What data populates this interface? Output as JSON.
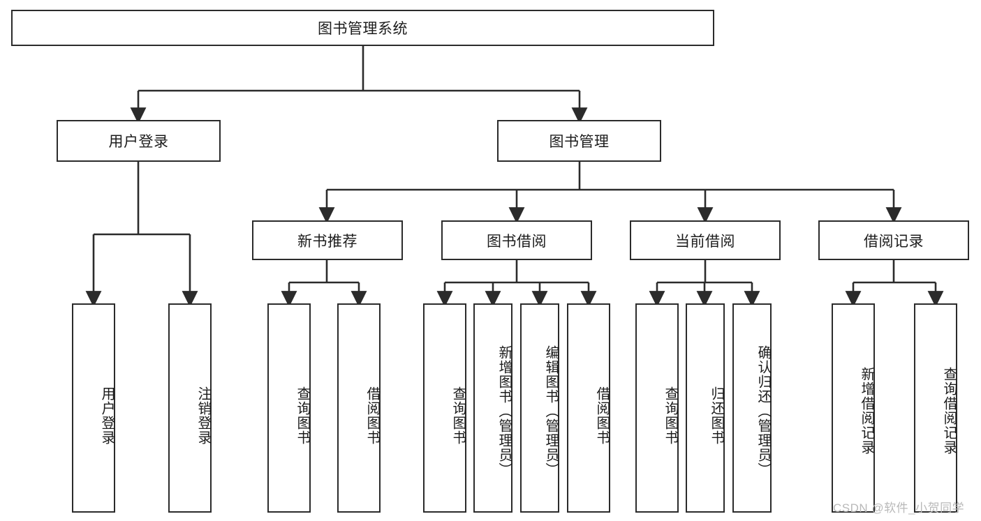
{
  "diagram": {
    "type": "tree-hierarchy",
    "title": "图书管理系统",
    "root": {
      "id": "root",
      "label": "图书管理系统",
      "orientation": "horizontal"
    },
    "level2": [
      {
        "id": "user-login",
        "label": "用户登录",
        "orientation": "horizontal"
      },
      {
        "id": "book-manage",
        "label": "图书管理",
        "orientation": "horizontal"
      }
    ],
    "level3": [
      {
        "id": "new-book-rec",
        "label": "新书推荐",
        "orientation": "horizontal",
        "parent": "book-manage"
      },
      {
        "id": "book-borrow",
        "label": "图书借阅",
        "orientation": "horizontal",
        "parent": "book-manage"
      },
      {
        "id": "current-borrow",
        "label": "当前借阅",
        "orientation": "horizontal",
        "parent": "book-manage"
      },
      {
        "id": "borrow-record",
        "label": "借阅记录",
        "orientation": "horizontal",
        "parent": "book-manage"
      }
    ],
    "leaves": {
      "user_login": [
        {
          "id": "leaf-user-login",
          "label": "用户登录",
          "orientation": "vertical"
        },
        {
          "id": "leaf-logout-login",
          "label": "注销登录",
          "orientation": "vertical"
        }
      ],
      "new_book_rec": [
        {
          "id": "leaf-query-book-1",
          "label": "查询图书",
          "orientation": "vertical"
        },
        {
          "id": "leaf-borrow-book-1",
          "label": "借阅图书",
          "orientation": "vertical"
        }
      ],
      "book_borrow": [
        {
          "id": "leaf-query-book-2",
          "label": "查询图书",
          "orientation": "vertical"
        },
        {
          "id": "leaf-add-book",
          "label": "新增图书（管理员）",
          "orientation": "vertical"
        },
        {
          "id": "leaf-edit-book",
          "label": "编辑图书（管理员）",
          "orientation": "vertical"
        },
        {
          "id": "leaf-borrow-book-2",
          "label": "借阅图书",
          "orientation": "vertical"
        }
      ],
      "current_borrow": [
        {
          "id": "leaf-query-book-3",
          "label": "查询图书",
          "orientation": "vertical"
        },
        {
          "id": "leaf-return-book",
          "label": "归还图书",
          "orientation": "vertical"
        },
        {
          "id": "leaf-confirm-return",
          "label": "确认归还（管理员）",
          "orientation": "vertical"
        }
      ],
      "borrow_record": [
        {
          "id": "leaf-add-record",
          "label": "新增借阅记录",
          "orientation": "vertical"
        },
        {
          "id": "leaf-query-record",
          "label": "查询借阅记录",
          "orientation": "vertical"
        }
      ]
    },
    "colors": {
      "stroke": "#2b2b2b",
      "fill": "#ffffff",
      "text": "#1c1c1c",
      "watermark": "#b9b9b9"
    }
  },
  "watermark": {
    "text": "CSDN @软件_小贺同学"
  }
}
